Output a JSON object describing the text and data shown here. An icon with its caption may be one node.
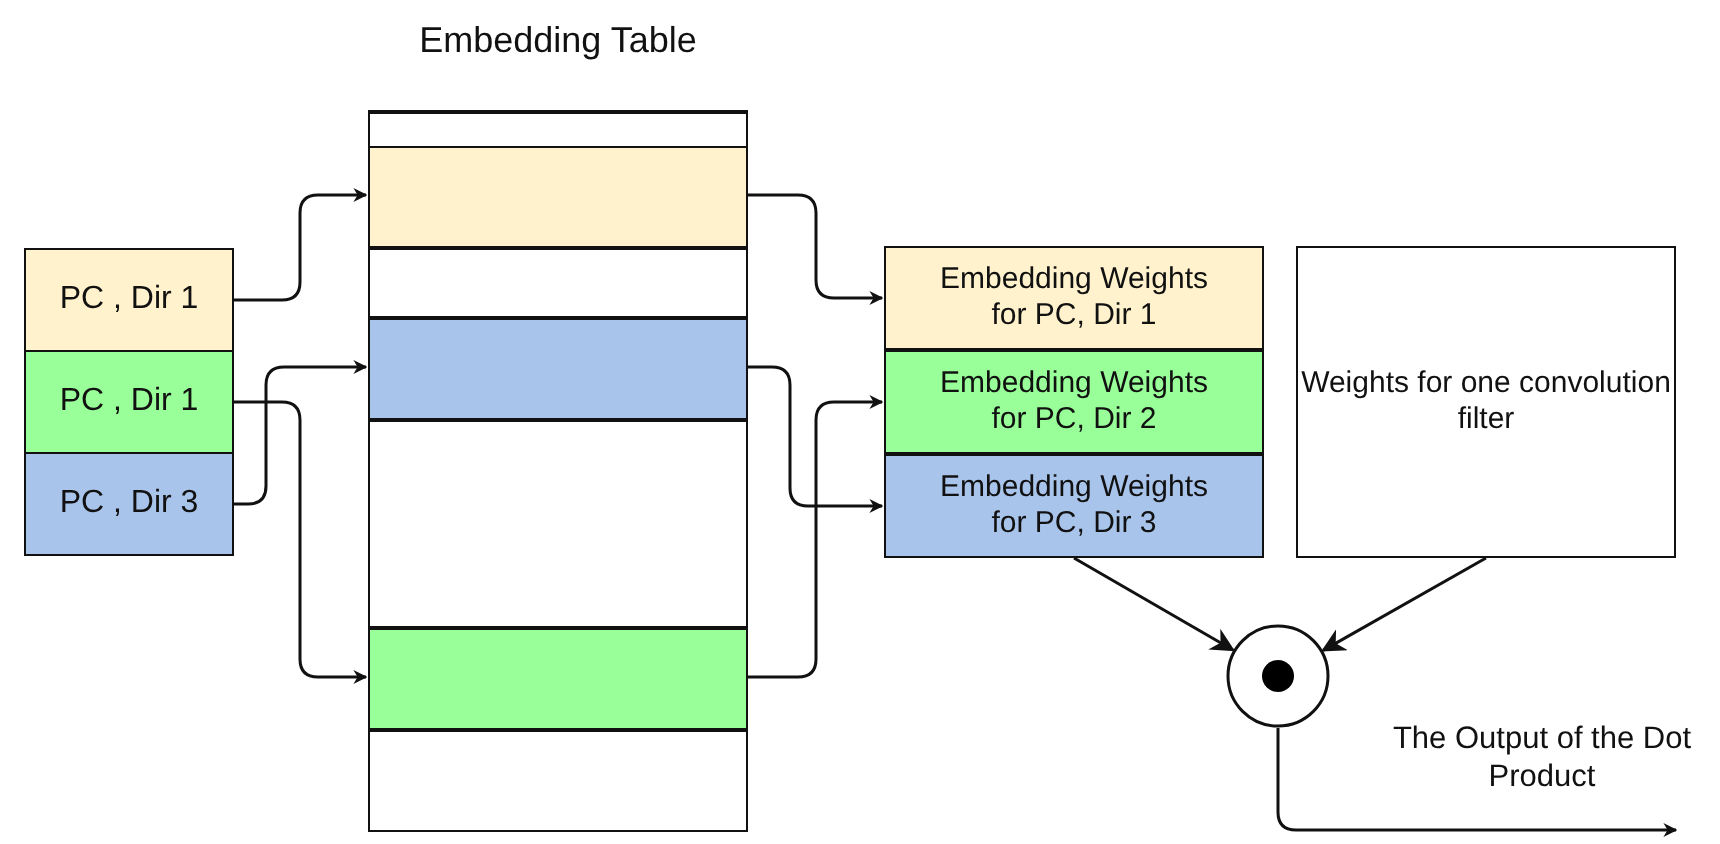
{
  "diagram": {
    "nodes": [
      {
        "text": [
          "Embedding Table"
        ]
      },
      {
        "text": [],
        "shape": "box",
        "in": 0
      },
      {
        "text": [],
        "shape": "box",
        "in": 0
      },
      {
        "text": [],
        "shape": "box",
        "in": 0
      },
      {
        "text": [],
        "shape": "box",
        "in": 0
      },
      {
        "text": [],
        "shape": "box",
        "in": 0
      },
      {
        "text": [],
        "shape": "box",
        "in": 0
      },
      {
        "text": [],
        "shape": "box",
        "in": 0
      },
      {
        "text": [
          "PC , Dir 1"
        ]
      },
      {
        "text": [
          "PC , Dir 1"
        ]
      },
      {
        "text": [
          "PC , Dir 3"
        ]
      },
      {
        "text": [
          "Embedding Weights for PC, Dir 1"
        ]
      },
      {
        "text": [
          "Embedding Weights for PC, Dir 2"
        ]
      },
      {
        "text": [
          "Embedding Weights for PC, Dir 3"
        ]
      },
      {
        "text": [
          "Weights for one convolution filter"
        ]
      },
      {
        "text": [],
        "shape": "circle"
      }
    ],
    "edges": [
      {
        "from": 8,
        "to": 2,
        "arrow": "to"
      },
      {
        "from": 9,
        "to": 6,
        "arrow": "to"
      },
      {
        "from": 10,
        "to": 4,
        "arrow": "to"
      },
      {
        "from": 2,
        "to": 11,
        "arrow": "to"
      },
      {
        "from": 4,
        "to": 13,
        "arrow": "to"
      },
      {
        "from": 6,
        "to": 12,
        "arrow": "to"
      },
      {
        "from": 13,
        "to": 15,
        "arrow": "to"
      },
      {
        "from": 14,
        "to": 15,
        "arrow": "to"
      },
      {
        "from": 15,
        "to": null,
        "arrow": "to",
        "label": "The Output of the Dot Product"
      }
    ]
  }
}
